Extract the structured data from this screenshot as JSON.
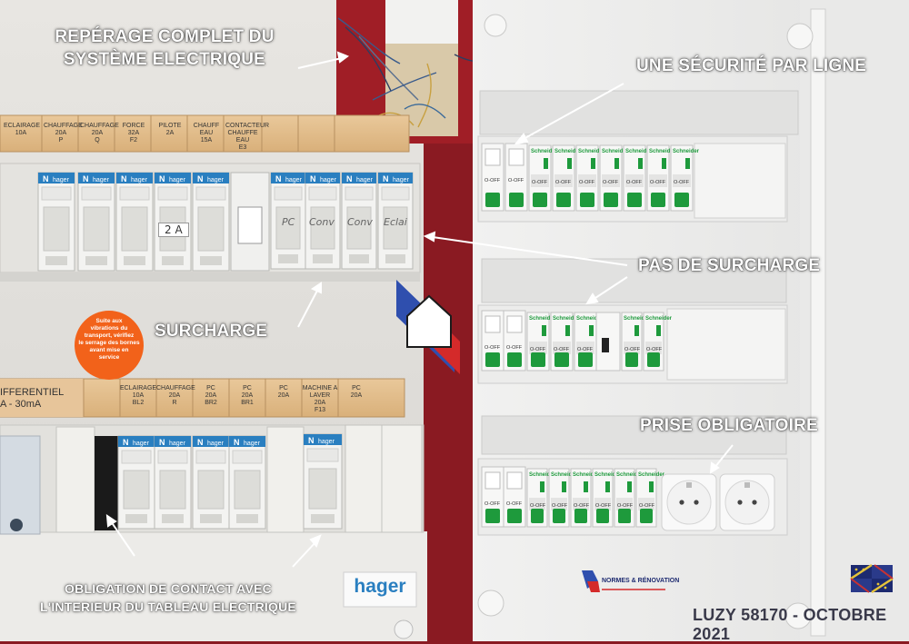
{
  "annotations": {
    "reperage": [
      "REPÉRAGE COMPLET DU",
      "SYSTÈME ELECTRIQUE"
    ],
    "securite": "UNE SÉCURITÉ PAR LIGNE",
    "surcharge": "SURCHARGE",
    "pas_surcharge": "PAS DE SURCHARGE",
    "prise": "PRISE OBLIGATOIRE",
    "obligation": [
      "OBLIGATION DE CONTACT AVEC",
      "L'INTERIEUR DU TABLEAU ELECTRIQUE"
    ],
    "footer": "LUZY 58170 - OCTOBRE 2021"
  },
  "left_panel": {
    "top_strip": [
      [
        "ECLAIRAGE",
        "10A"
      ],
      [
        "CHAUFFAGE",
        "20A",
        "P"
      ],
      [
        "CHAUFFAGE",
        "20A",
        "Q"
      ],
      [
        "FORCE",
        "32A",
        "F2"
      ],
      [
        "PILOTE",
        "2A"
      ],
      [
        "CHAUFF EAU",
        "15A"
      ],
      [
        "CONTACTEUR",
        "CHAUFFE EAU",
        "E3"
      ]
    ],
    "bottom_strip": [
      [
        "ECLAIRAGE",
        "10A",
        "BL2"
      ],
      [
        "CHAUFFAGE",
        "20A",
        "R"
      ],
      [
        "PC",
        "20A",
        "BR2"
      ],
      [
        "PC",
        "20A",
        "BR1"
      ],
      [
        "PC",
        "20A"
      ],
      [
        "MACHINE A",
        "LAVER",
        "20A",
        "F13"
      ],
      [
        "PC",
        "20A"
      ]
    ],
    "differentiel": [
      "IFFERENTIEL",
      "A - 30mA"
    ],
    "breaker_brand": "hager",
    "breaker_letter": "N",
    "handwritten": [
      "2 A",
      "PC",
      "Conv",
      "Conv",
      "Eclai"
    ],
    "warning_sticker": [
      "Suite aux",
      "vibrations du",
      "transport, vérifiez",
      "le serrage des bornes",
      "avant mise en",
      "service"
    ],
    "logo": "hager"
  },
  "right_panel": {
    "brand": "Schneider",
    "off_text": "O-OFF",
    "logo_text": "NORMES & RÉNOVATION"
  },
  "colors": {
    "accent_red": "#8a1a22",
    "breaker_green": "#1e9a3c",
    "sticker_orange": "#f2621a",
    "hager_blue": "#2a7fc0"
  }
}
